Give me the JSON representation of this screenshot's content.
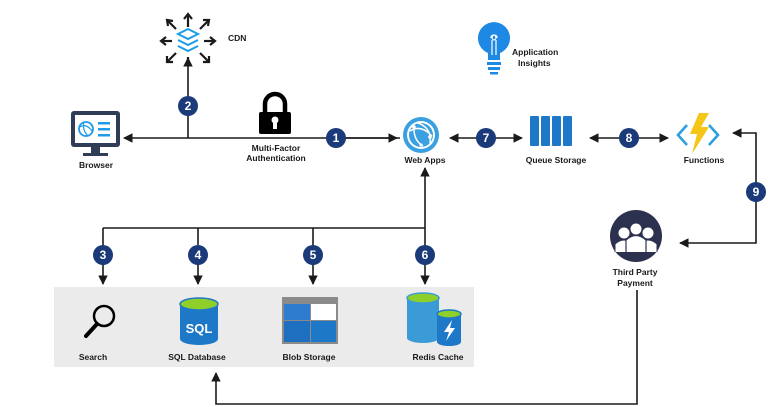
{
  "diagram": {
    "title": "Azure web application architecture",
    "nodes": {
      "cdn": {
        "label": "CDN",
        "icon": "cdn-icon"
      },
      "browser": {
        "label": "Browser",
        "icon": "browser-monitor-icon"
      },
      "mfa": {
        "label_line1": "Multi-Factor",
        "label_line2": "Authentication",
        "icon": "padlock-icon"
      },
      "web_apps": {
        "label": "Web Apps",
        "icon": "globe-icon"
      },
      "app_insights": {
        "label_line1": "Application",
        "label_line2": "Insights",
        "icon": "lightbulb-icon"
      },
      "queue_storage": {
        "label": "Queue Storage",
        "icon": "queue-icon"
      },
      "functions": {
        "label": "Functions",
        "icon": "lightning-function-icon"
      },
      "third_party": {
        "label_line1": "Third Party",
        "label_line2": "Payment",
        "icon": "people-group-icon"
      },
      "search": {
        "label": "Search",
        "icon": "magnifier-icon"
      },
      "sql_db": {
        "label": "SQL Database",
        "icon_text": "SQL",
        "icon": "sql-database-icon"
      },
      "blob": {
        "label": "Blob Storage",
        "icon": "blob-storage-icon"
      },
      "redis": {
        "label": "Redis Cache",
        "icon": "redis-cache-icon"
      }
    },
    "steps": [
      "1",
      "2",
      "3",
      "4",
      "5",
      "6",
      "7",
      "8",
      "9"
    ],
    "colors": {
      "step_badge": "#1b3a7a",
      "azure_blue": "#1e90e0",
      "panel_gray": "#ebebeb",
      "lightning": "#f5c518",
      "db_top": "#8fcf2a",
      "dark_icon": "#2f3e56",
      "people_icon": "#2d3150"
    }
  }
}
